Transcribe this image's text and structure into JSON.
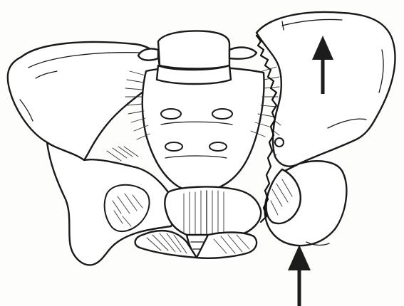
{
  "figure": {
    "subject": "pelvis-anterior-view",
    "colors": {
      "ink": "#1a1a1a",
      "paper": "#ffffff",
      "arrow": "#1c1c1c"
    },
    "arrows": [
      {
        "name": "displacement-arrow-upper",
        "direction": "up"
      },
      {
        "name": "displacement-arrow-lower",
        "direction": "up"
      }
    ]
  }
}
